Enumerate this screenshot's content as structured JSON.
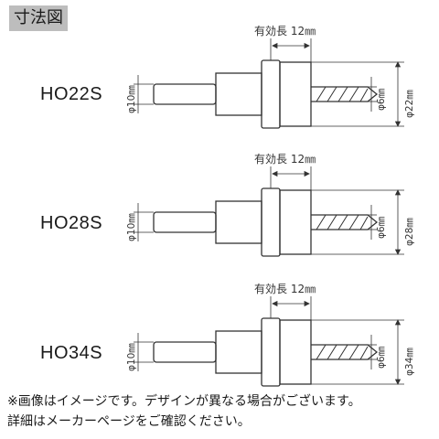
{
  "title": "寸法図",
  "effective_length_label": "有効長 12㎜",
  "shank_dia": "φ10㎜",
  "drill_dia": "φ6㎜",
  "models": [
    {
      "name": "HO22S",
      "outer_dia": "φ22㎜"
    },
    {
      "name": "HO28S",
      "outer_dia": "φ28㎜"
    },
    {
      "name": "HO34S",
      "outer_dia": "φ34㎜"
    }
  ],
  "notes": [
    "※画像はイメージです。デザインが異なる場合がございます。",
    "詳細はメーカーページをご確認ください。"
  ],
  "colors": {
    "line": "#333333",
    "badge": "#bdbdbd",
    "text": "#1a1a1a"
  }
}
